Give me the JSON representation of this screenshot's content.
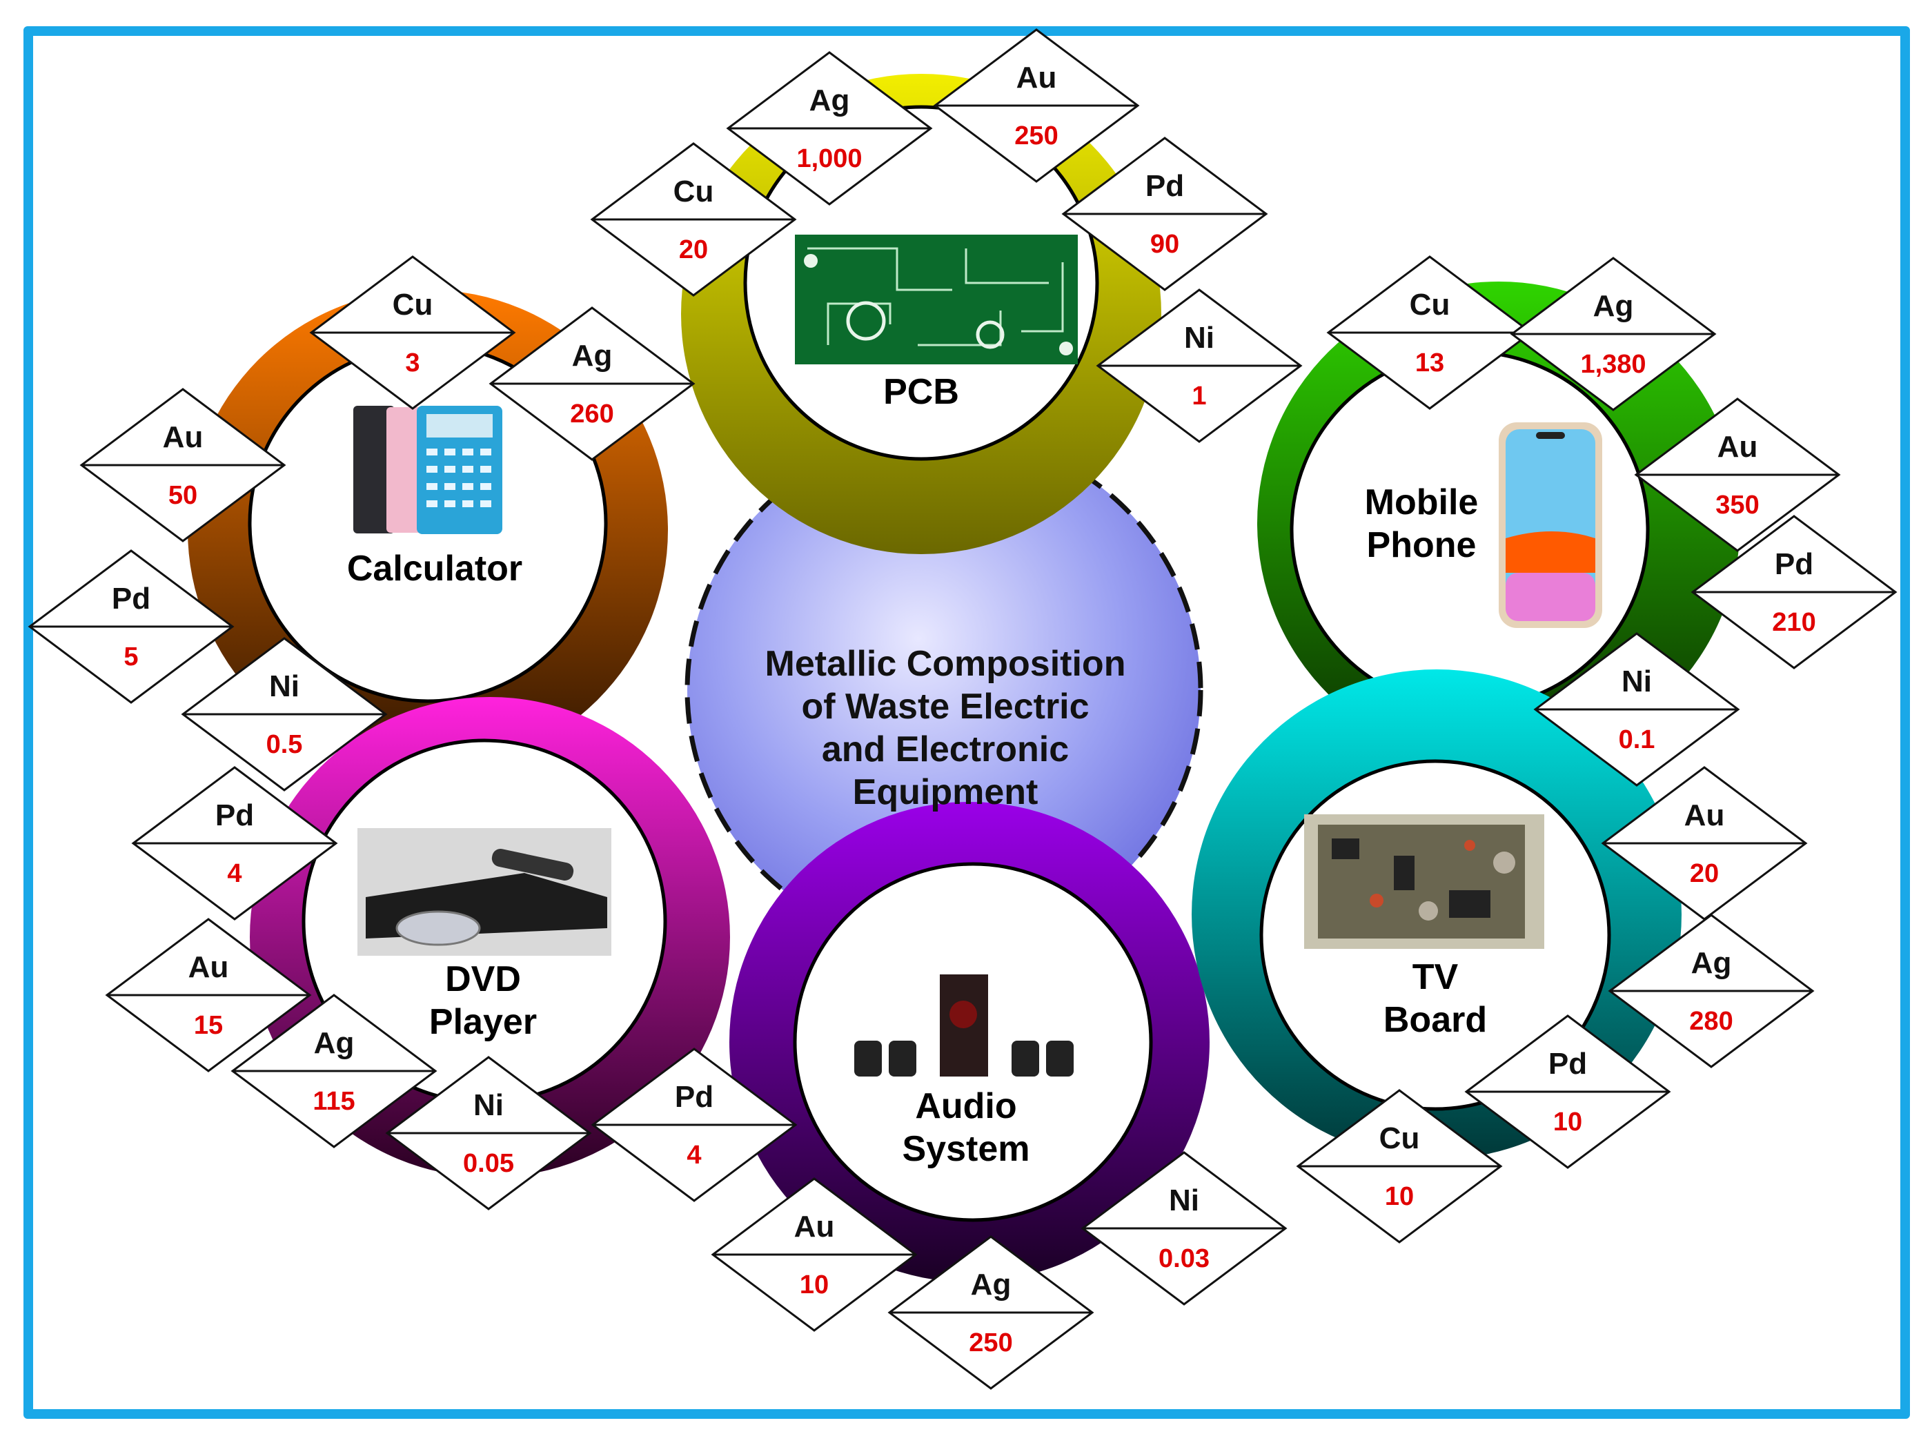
{
  "title": [
    "Metallic Composition",
    "of Waste Electric",
    "and Electronic",
    "Equipment"
  ],
  "colors": {
    "frame": "#1aa8e8",
    "value_text": "#e00000",
    "label_text": "#111111"
  },
  "devices": [
    {
      "id": "pcb",
      "name": [
        "PCB"
      ],
      "image": "circuit-board-icon",
      "ring_colors": [
        "#f2ee00",
        "#6b6800"
      ],
      "metals": [
        {
          "symbol": "Cu",
          "value": "20"
        },
        {
          "symbol": "Ag",
          "value": "1,000"
        },
        {
          "symbol": "Au",
          "value": "250"
        },
        {
          "symbol": "Pd",
          "value": "90"
        },
        {
          "symbol": "Ni",
          "value": "1"
        }
      ]
    },
    {
      "id": "calculator",
      "name": [
        "Calculator"
      ],
      "image": "calculator-icon",
      "ring_colors": [
        "#ff7a00",
        "#2e1400"
      ],
      "metals": [
        {
          "symbol": "Cu",
          "value": "3"
        },
        {
          "symbol": "Ag",
          "value": "260"
        },
        {
          "symbol": "Au",
          "value": "50"
        },
        {
          "symbol": "Pd",
          "value": "5"
        },
        {
          "symbol": "Ni",
          "value": "0.5"
        }
      ]
    },
    {
      "id": "mobile",
      "name": [
        "Mobile",
        "Phone"
      ],
      "image": "mobile-phone-icon",
      "ring_colors": [
        "#2fd400",
        "#0a3000"
      ],
      "metals": [
        {
          "symbol": "Cu",
          "value": "13"
        },
        {
          "symbol": "Ag",
          "value": "1,380"
        },
        {
          "symbol": "Au",
          "value": "350"
        },
        {
          "symbol": "Pd",
          "value": "210"
        },
        {
          "symbol": "Ni",
          "value": "0.1"
        }
      ]
    },
    {
      "id": "dvd",
      "name": [
        "DVD",
        "Player"
      ],
      "image": "dvd-player-icon",
      "ring_colors": [
        "#ff22dd",
        "#2a0022"
      ],
      "metals": [
        {
          "symbol": "Pd",
          "value": "4"
        },
        {
          "symbol": "Au",
          "value": "15"
        },
        {
          "symbol": "Ag",
          "value": "115"
        },
        {
          "symbol": "Ni",
          "value": "0.05"
        }
      ]
    },
    {
      "id": "audio",
      "name": [
        "Audio",
        "System"
      ],
      "image": "speaker-system-icon",
      "ring_colors": [
        "#9a00e8",
        "#1a0024"
      ],
      "metals": [
        {
          "symbol": "Pd",
          "value": "4"
        },
        {
          "symbol": "Au",
          "value": "10"
        },
        {
          "symbol": "Ag",
          "value": "250"
        },
        {
          "symbol": "Ni",
          "value": "0.03"
        }
      ]
    },
    {
      "id": "tv",
      "name": [
        "TV",
        "Board"
      ],
      "image": "tv-board-icon",
      "ring_colors": [
        "#00e8e8",
        "#003838"
      ],
      "metals": [
        {
          "symbol": "Au",
          "value": "20"
        },
        {
          "symbol": "Ag",
          "value": "280"
        },
        {
          "symbol": "Pd",
          "value": "10"
        },
        {
          "symbol": "Cu",
          "value": "10"
        }
      ]
    }
  ]
}
